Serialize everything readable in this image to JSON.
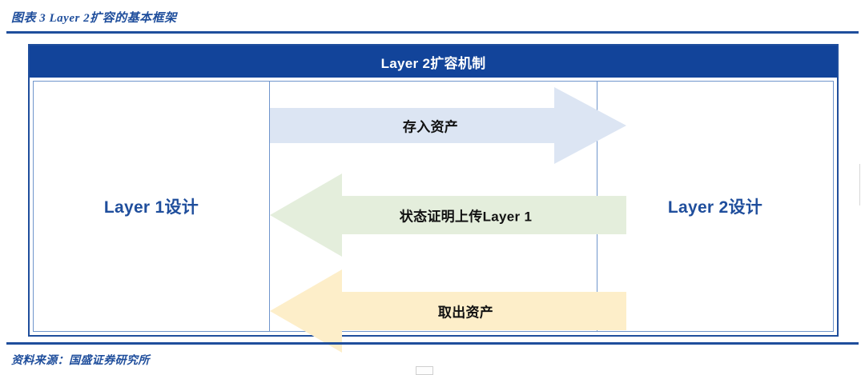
{
  "figure": {
    "caption": "图表 3 Layer 2扩容的基本框架",
    "source": "资料来源：国盛证券研究所",
    "header_title": "Layer 2扩容机制"
  },
  "colors": {
    "brand_blue": "#1f4e9c",
    "header_blue": "#12449a",
    "panel_border": "#6f95cc",
    "arrow_deposit": "#dce5f3",
    "arrow_proof": "#e4eedc",
    "arrow_withdraw": "#fdeec9",
    "label_text": "#111111"
  },
  "panels": {
    "left": {
      "label": "Layer 1设计"
    },
    "right": {
      "label": "Layer 2设计"
    }
  },
  "arrows": [
    {
      "id": "deposit",
      "label": "存入资产",
      "direction": "right",
      "fill": "#dce5f3"
    },
    {
      "id": "state-proof",
      "label": "状态证明上传Layer 1",
      "direction": "left",
      "fill": "#e4eedc"
    },
    {
      "id": "withdraw",
      "label": "取出资产",
      "direction": "left",
      "fill": "#fdeec9"
    }
  ]
}
